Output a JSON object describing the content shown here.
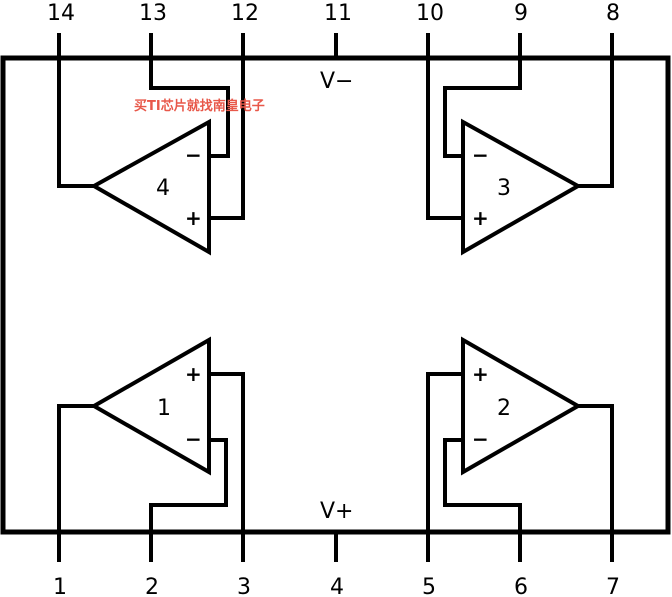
{
  "pins": {
    "p1": "1",
    "p2": "2",
    "p3": "3",
    "p4": "4",
    "p5": "5",
    "p6": "6",
    "p7": "7",
    "p8": "8",
    "p9": "9",
    "p10": "10",
    "p11": "11",
    "p12": "12",
    "p13": "13",
    "p14": "14"
  },
  "supply": {
    "vminus": "V−",
    "vplus": "V+"
  },
  "amps": {
    "a1": "1",
    "a2": "2",
    "a3": "3",
    "a4": "4"
  },
  "signs": {
    "plus": "+",
    "minus": "−"
  },
  "watermark": "买TI芯片就找南皇电子"
}
